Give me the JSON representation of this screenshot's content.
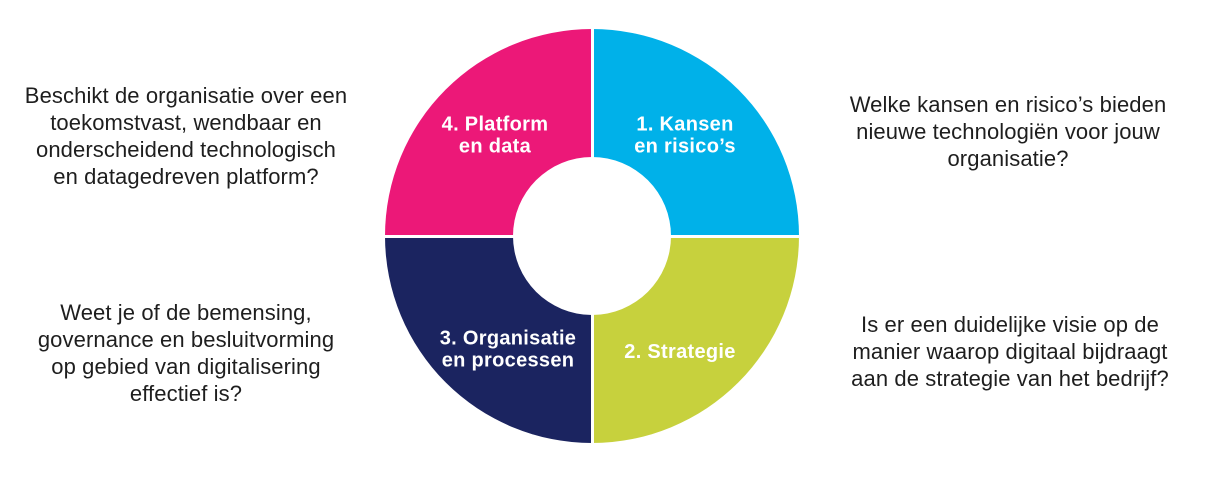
{
  "page": {
    "background_color": "#ffffff",
    "text_color": "#1e1e1e",
    "segment_label_color": "#ffffff"
  },
  "chart_data": {
    "type": "pie",
    "subtype": "donut",
    "title": "",
    "legend": "none",
    "start_angle_deg": 0,
    "segments": [
      {
        "order": 1,
        "label": "1. Kansen\nen risico’s",
        "value": 25,
        "color": "#00B1E9",
        "position": "top-right"
      },
      {
        "order": 2,
        "label": "2. Strategie",
        "value": 25,
        "color": "#C7D13D",
        "position": "bottom-right"
      },
      {
        "order": 3,
        "label": "3. Organisatie\nen processen",
        "value": 25,
        "color": "#1B2460",
        "position": "bottom-left"
      },
      {
        "order": 4,
        "label": "4. Platform\nen data",
        "value": 25,
        "color": "#EC1878",
        "position": "top-left"
      }
    ]
  },
  "questions": {
    "platform": "Beschikt de organisatie over een\ntoekomstvast, wendbaar en\nonderscheidend technologisch\nen datagedreven platform?",
    "kansen": "Welke kansen en risico’s bieden\nnieuwe technologiën voor jouw\norganisatie?",
    "organisatie": "Weet je of de bemensing,\ngovernance en besluitvorming\nop gebied van digitalisering\neffectief is?",
    "strategie": "Is er een duidelijke visie op de\nmanier waarop digitaal bijdraagt\naan de strategie van het bedrijf?"
  }
}
